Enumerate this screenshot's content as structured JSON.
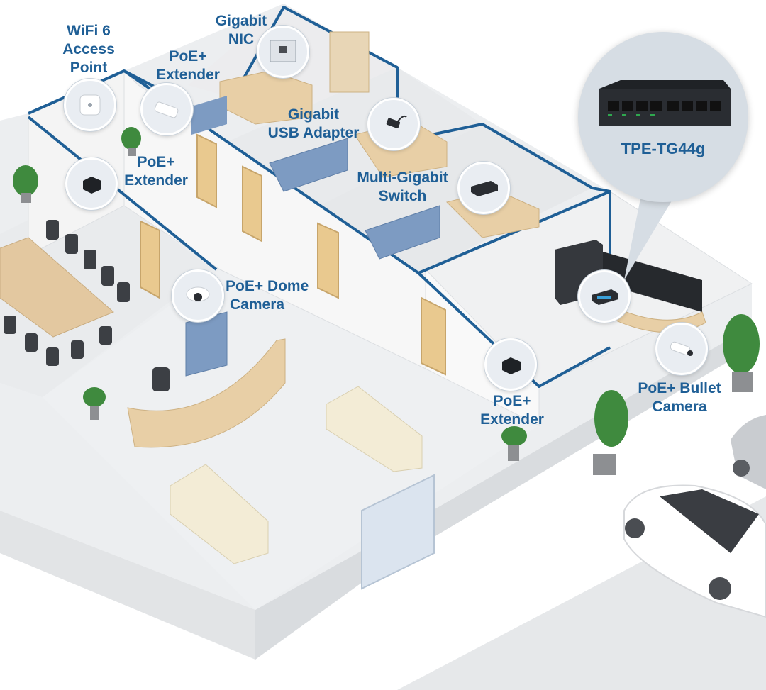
{
  "colors": {
    "accent_blue": "#1f5f96",
    "floor": "#eceef0",
    "wall": "#f7f7f7",
    "wood": "#e8cfa6",
    "cabinet_blue": "#7d9bc2",
    "callout_bg": "#e9edf2",
    "product_bg": "#d6dde4"
  },
  "labels": {
    "wifi_ap": [
      "WiFi 6",
      "Access",
      "Point"
    ],
    "poe_extender_top": [
      "PoE+",
      "Extender"
    ],
    "gigabit_nic": [
      "Gigabit",
      "NIC"
    ],
    "gigabit_usb": [
      "Gigabit",
      "USB Adapter"
    ],
    "poe_extender_left": [
      "PoE+",
      "Extender"
    ],
    "multi_gigabit": [
      "Multi-Gigabit",
      "Switch"
    ],
    "dome_camera": [
      "PoE+ Dome",
      "Camera"
    ],
    "poe_extender_bottom": [
      "PoE+",
      "Extender"
    ],
    "bullet_camera": [
      "PoE+ Bullet",
      "Camera"
    ],
    "product_name": "TPE-TG44g"
  },
  "icons": {
    "wifi_ap": "access-point-icon",
    "poe_extender_top": "poe-extender-icon",
    "gigabit_nic": "network-card-icon",
    "gigabit_usb": "usb-adapter-icon",
    "poe_extender_left": "poe-extender-icon",
    "multi_gigabit": "switch-icon",
    "dome_camera": "dome-camera-icon",
    "poe_extender_bottom": "poe-extender-icon",
    "bullet_camera": "bullet-camera-icon",
    "product": "poe-switch-icon"
  }
}
